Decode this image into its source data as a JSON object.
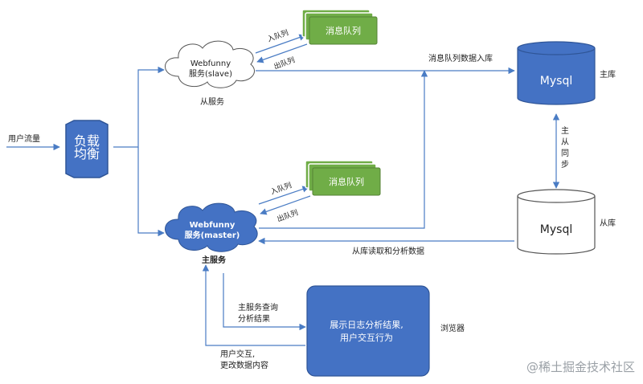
{
  "nodes": {
    "load_balancer": "负载\n均衡",
    "slave_service": "Webfunny\n服务(slave)",
    "slave_caption": "从服务",
    "master_service": "Webfunny\n服务(master)",
    "master_caption": "主服务",
    "queue_top": "消息队列",
    "queue_bottom": "消息队列",
    "mysql_master": "Mysql",
    "mysql_master_caption": "主库",
    "mysql_slave": "Mysql",
    "mysql_slave_caption": "从库",
    "browser_box": "展示日志分析结果,\n用户交互行为",
    "browser_caption": "浏览器"
  },
  "edges": {
    "user_traffic": "用户流量",
    "in_queue_top": "入队列",
    "out_queue_top": "出队列",
    "in_queue_bottom": "入队列",
    "out_queue_bottom": "出队列",
    "queue_to_db": "消息队列数据入库",
    "master_slave_sync": "主\n从\n同\n步",
    "read_analyze": "从库读取和分析数据",
    "query_results": "主服务查询\n分析结果",
    "user_interaction": "用户交互,\n更改数据内容"
  },
  "watermark": "@稀土掘金技术社区",
  "colors": {
    "blue": "#4472c4",
    "green": "#70ad47",
    "line": "#4a7cc4"
  }
}
